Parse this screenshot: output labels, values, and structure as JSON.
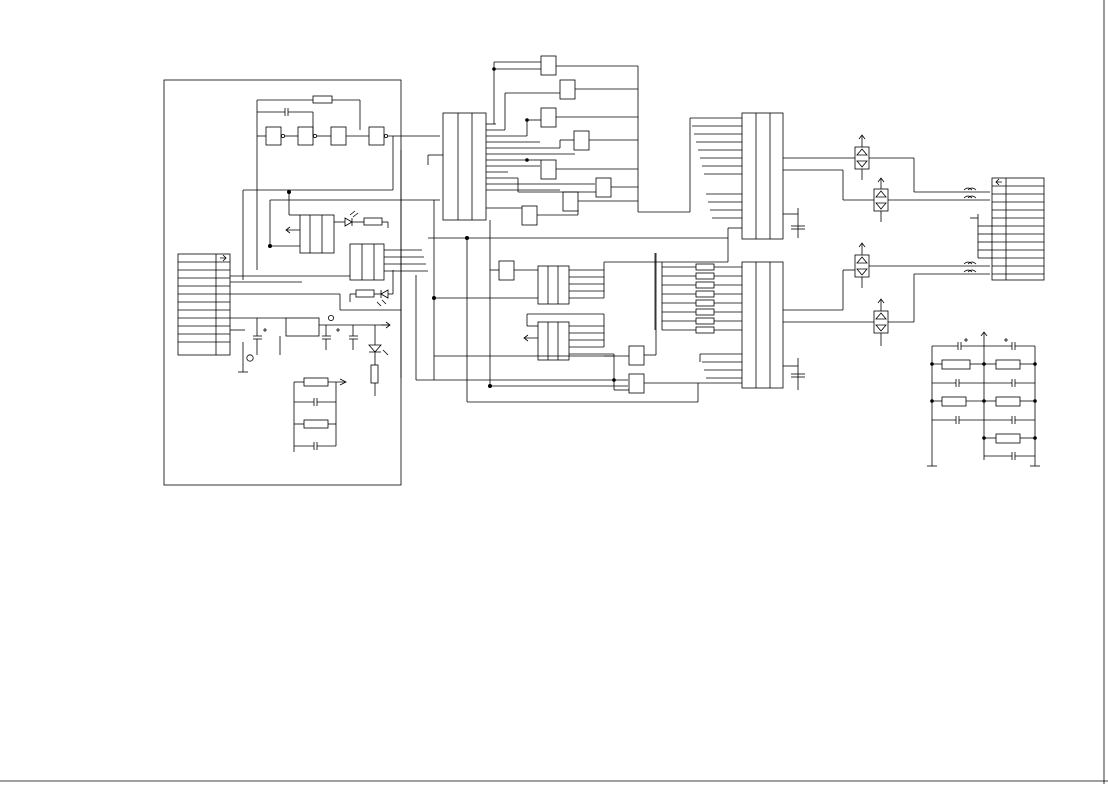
{
  "diagram": {
    "type": "electrical-schematic",
    "line_color": "#000000",
    "background": "#ffffff",
    "text_labels": [],
    "blocks": [
      "input-board-frame",
      "input-connector",
      "oscillator-chain",
      "counter-ic-1",
      "counter-ic-2",
      "power-regulator",
      "led-indicators",
      "timing-rc-network",
      "decoder-ic-top",
      "gate-cascade-top",
      "latch-ic-upper",
      "latch-ic-lower",
      "resistor-array",
      "gate-pair-lower",
      "driver-ic-top",
      "driver-ic-bottom",
      "optocoupler-stack",
      "output-connector",
      "rc-filter-bank"
    ],
    "icons": [
      "arrow-icon",
      "led-icon",
      "ground-icon",
      "optocoupler-icon"
    ]
  }
}
